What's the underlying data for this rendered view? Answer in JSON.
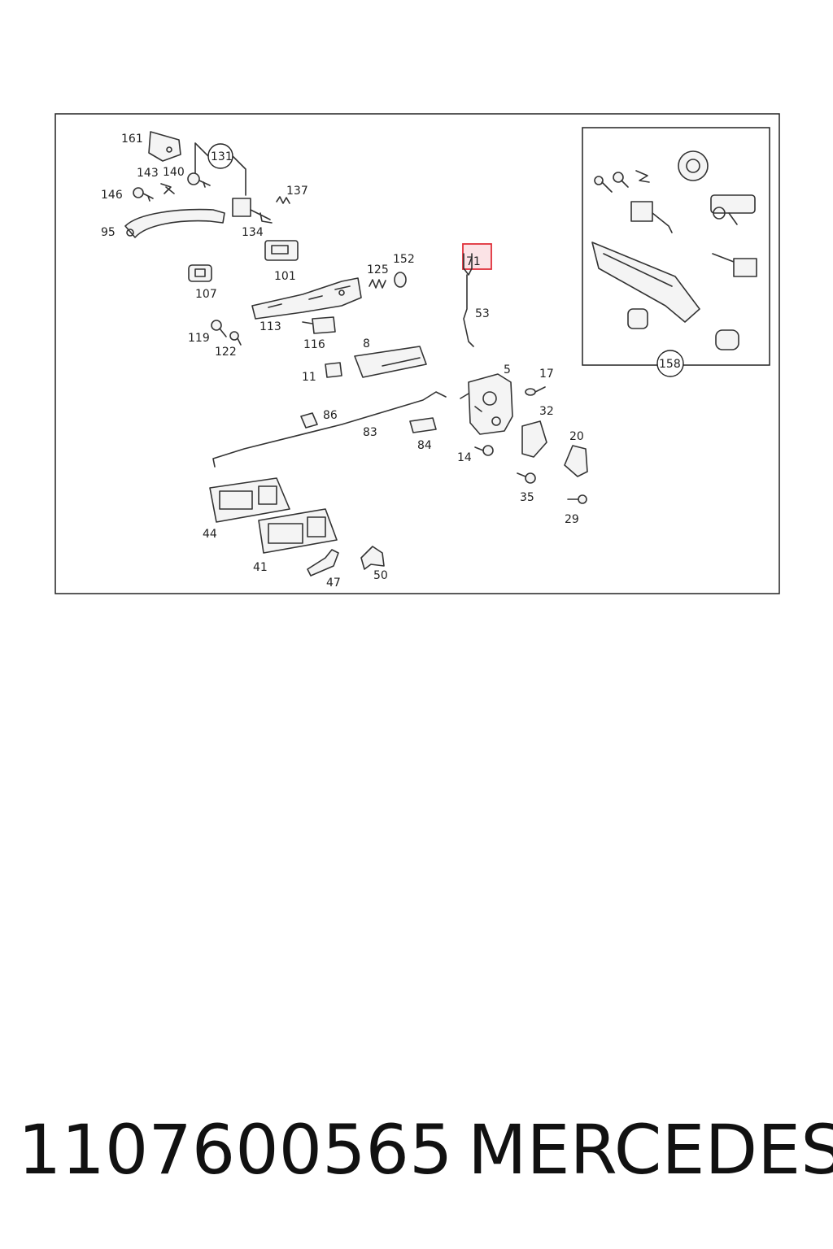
{
  "diagram": {
    "labels": {
      "l161": "161",
      "l131": "131",
      "l143": "143",
      "l140": "140",
      "l137": "137",
      "l146": "146",
      "l95": "95",
      "l134": "134",
      "l101": "101",
      "l107": "107",
      "l125": "125",
      "l152": "152",
      "l71": "71",
      "l53": "53",
      "l113": "113",
      "l119": "119",
      "l122": "122",
      "l116": "116",
      "l8": "8",
      "l11": "11",
      "l5": "5",
      "l17": "17",
      "l86": "86",
      "l83": "83",
      "l84": "84",
      "l32": "32",
      "l20": "20",
      "l14": "14",
      "l35": "35",
      "l29": "29",
      "l44": "44",
      "l41": "41",
      "l47": "47",
      "l50": "50",
      "l158": "158"
    },
    "highlight_color": "#e0303a"
  },
  "footer": {
    "part_number": "1107600565",
    "brand": "MERCEDES"
  }
}
